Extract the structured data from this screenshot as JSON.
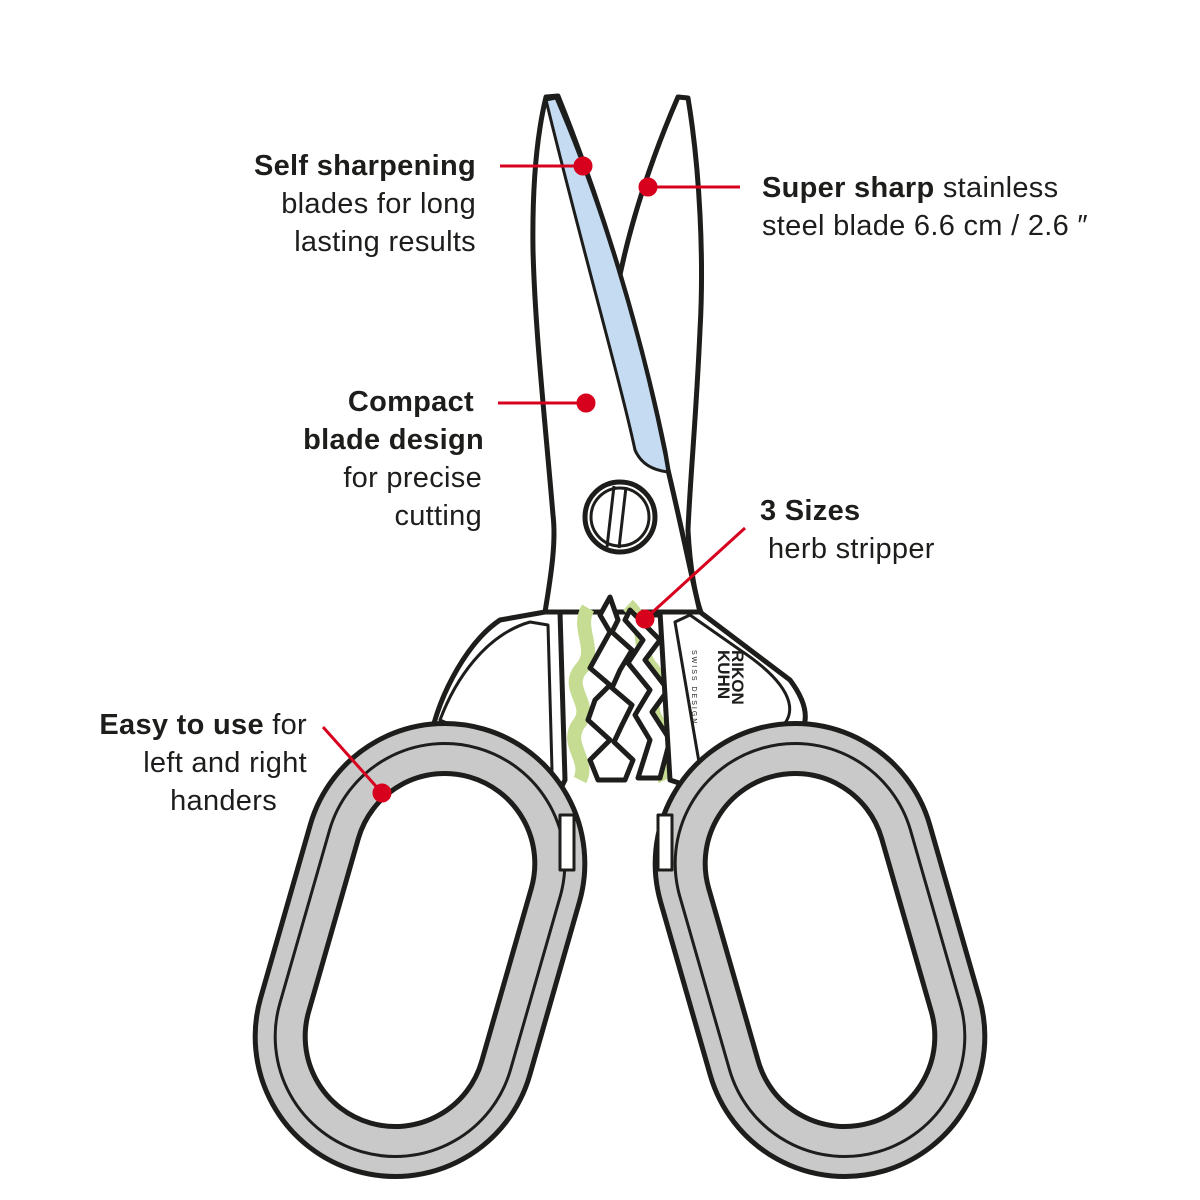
{
  "colors": {
    "accent": "#d7001d",
    "blade_blue": "#c4dbf1",
    "herb_green": "#c6dc92",
    "grip_gray": "#c9c9c9",
    "outline": "#1d1d1b"
  },
  "callouts": [
    {
      "bold": "Self sharpening",
      "text_lines": [
        "blades for long",
        "lasting results"
      ]
    },
    {
      "bold": "Super sharp",
      "text_lines": [
        "stainless",
        "steel blade 6.6 cm / 2.6 ″"
      ]
    },
    {
      "bold_lines": [
        "Compact",
        "blade design"
      ],
      "text_lines": [
        "for precise",
        "cutting"
      ]
    },
    {
      "bold": "3 Sizes",
      "text_lines": [
        "herb stripper"
      ]
    },
    {
      "bold": "Easy to use",
      "text_lines": [
        "for",
        "left and right",
        "handers"
      ]
    }
  ],
  "logo": {
    "brand_line1": "KUHN",
    "brand_line2": "RIKON",
    "tagline": "SWISS DESIGN"
  }
}
